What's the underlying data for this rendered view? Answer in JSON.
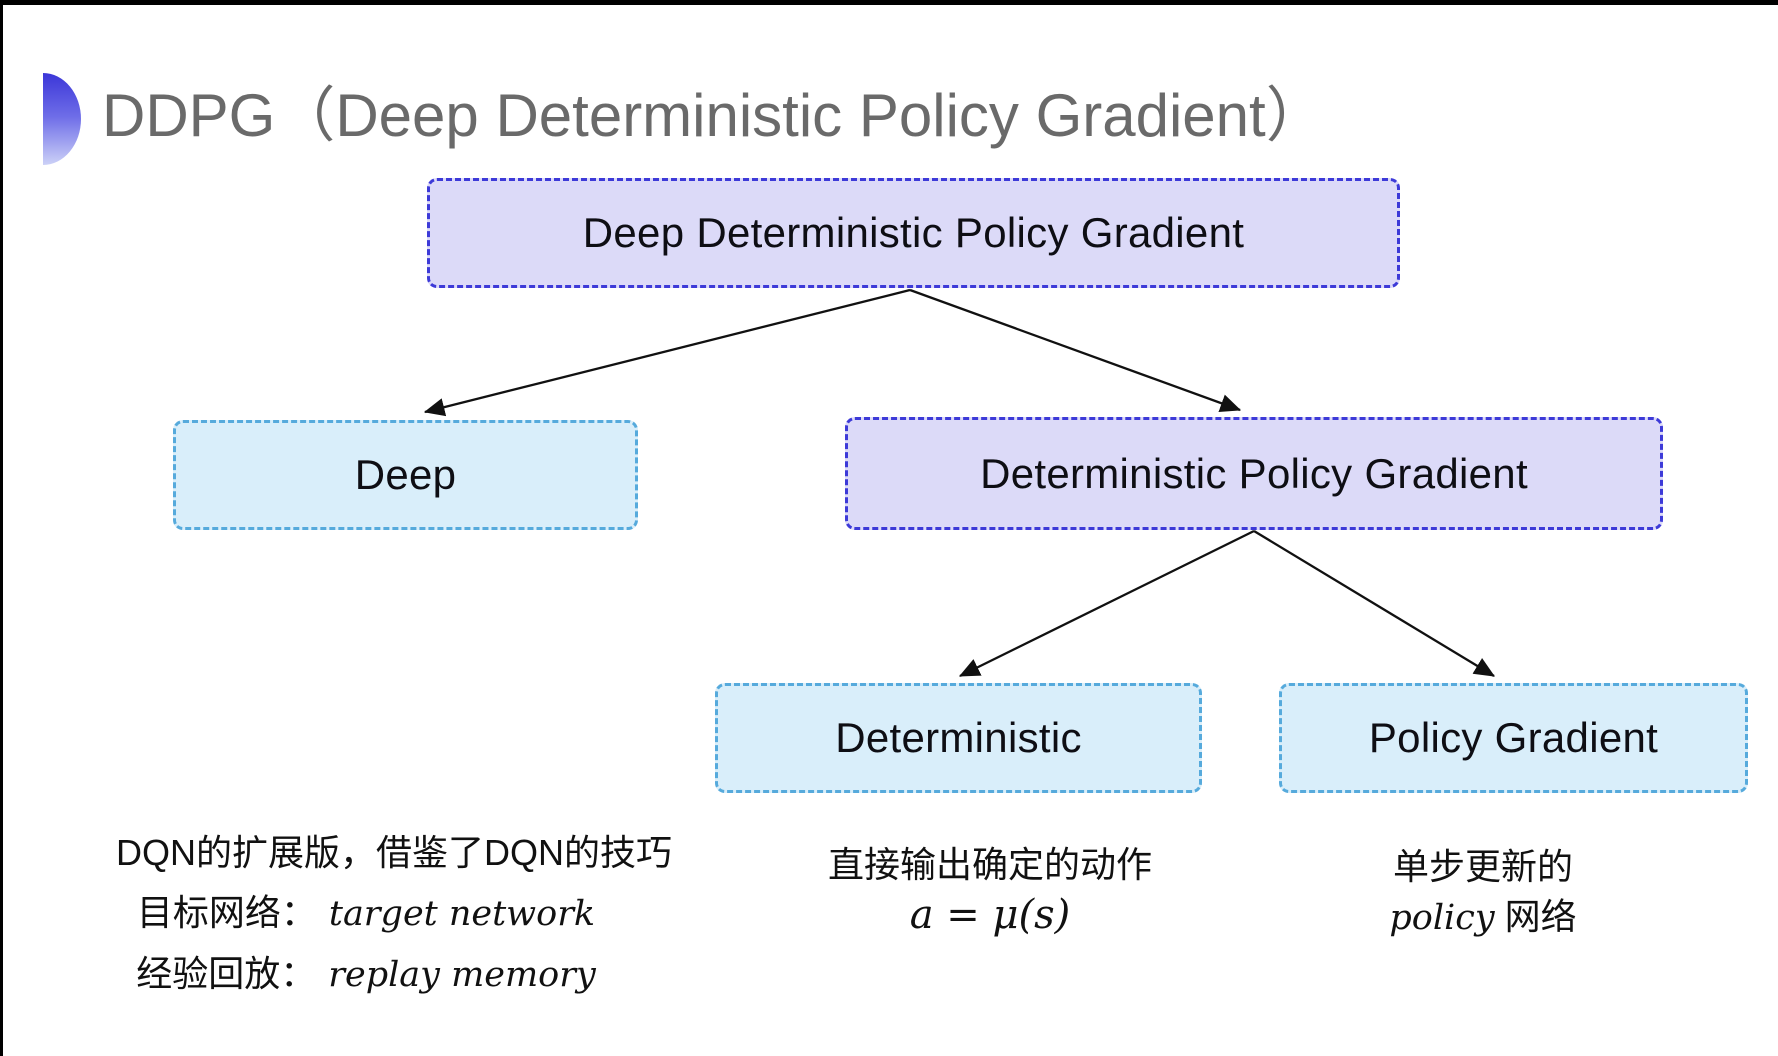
{
  "header": {
    "title": "DDPG（Deep Deterministic Policy Gradient）"
  },
  "colors": {
    "purple_fill": "#dcdaf8",
    "purple_border": "#3d3ad8",
    "cyan_fill": "#d9eefa",
    "cyan_border": "#56aadc",
    "title_gray": "#6a6a6a",
    "accent_blue": "#3b36d8",
    "arrow_black": "#111111"
  },
  "tree": {
    "root": {
      "label": "Deep Deterministic Policy Gradient",
      "variant": "purple"
    },
    "children": [
      {
        "label": "Deep",
        "variant": "cyan"
      },
      {
        "label": "Deterministic Policy Gradient",
        "variant": "purple"
      }
    ],
    "grandchildren": [
      {
        "label": "Deterministic",
        "variant": "cyan"
      },
      {
        "label": "Policy Gradient",
        "variant": "cyan"
      }
    ]
  },
  "notes": {
    "deep": {
      "line1": "DQN的扩展版，借鉴了DQN的技巧",
      "line2_label": "目标网络：",
      "line2_term": "target network",
      "line3_label": "经验回放：",
      "line3_term": "replay memory"
    },
    "deterministic": {
      "line1": "直接输出确定的动作",
      "formula": "a = μ(s)"
    },
    "policy_gradient": {
      "line1": "单步更新的",
      "term": "policy",
      "suffix": " 网络"
    }
  }
}
